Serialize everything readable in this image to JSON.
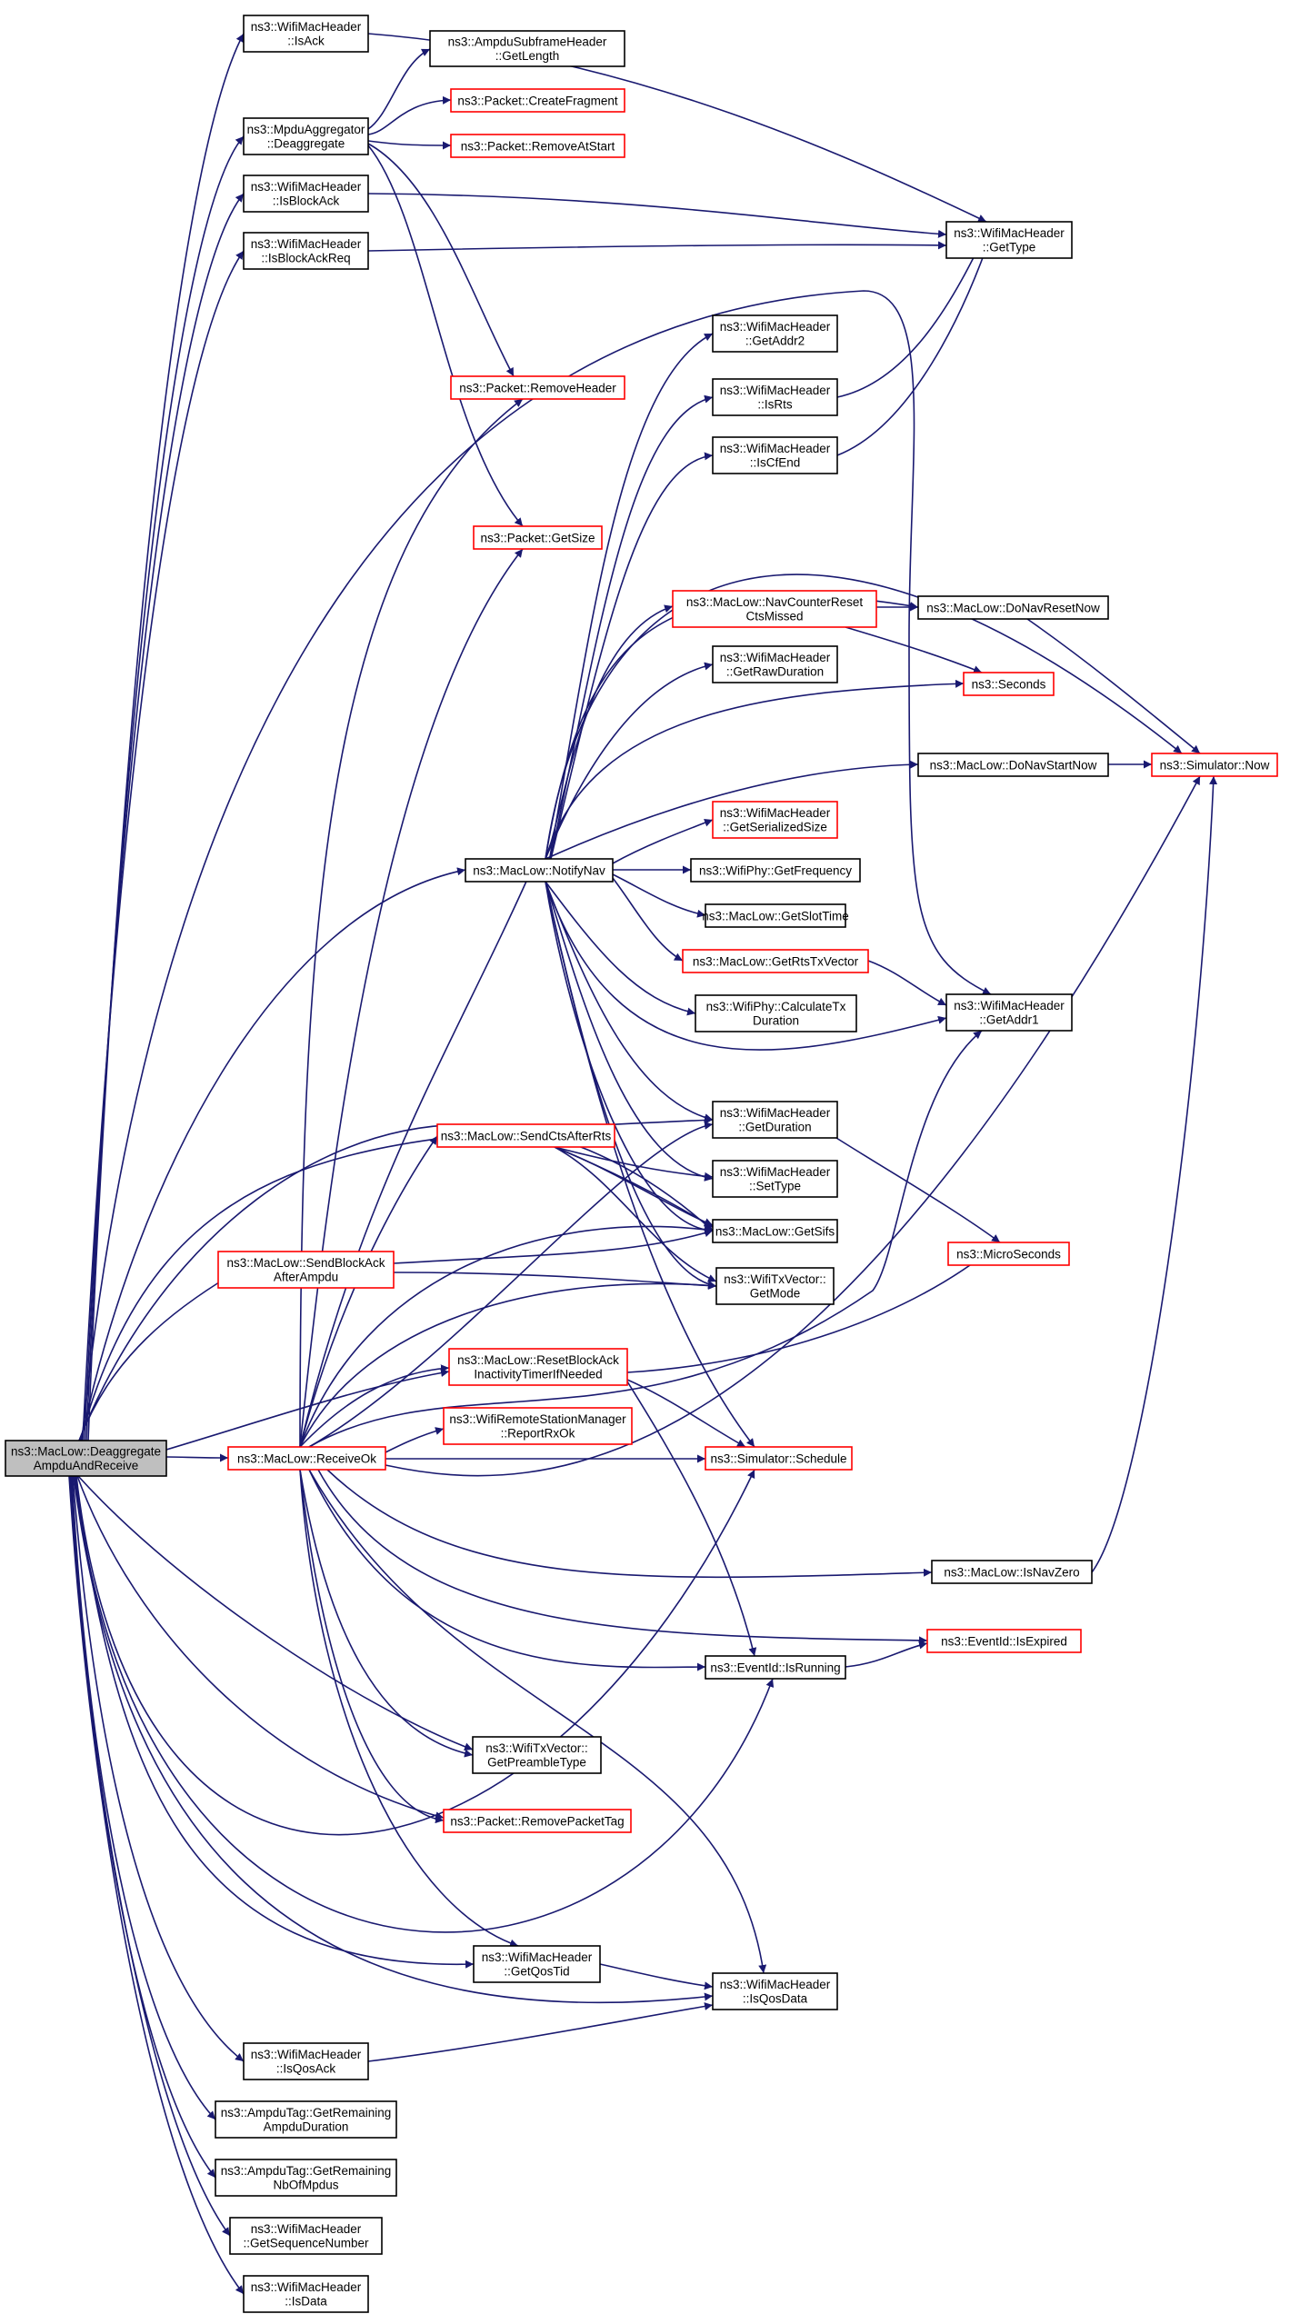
{
  "nodes": [
    {
      "id": "root",
      "lines": [
        "ns3::MacLow::Deaggregate",
        "AmpduAndReceive"
      ],
      "style": "root"
    },
    {
      "id": "isAck",
      "lines": [
        "ns3::WifiMacHeader",
        "::IsAck"
      ],
      "style": "black"
    },
    {
      "id": "mpduDeagg",
      "lines": [
        "ns3::MpduAggregator",
        "::Deaggregate"
      ],
      "style": "black"
    },
    {
      "id": "ampduGetLength",
      "lines": [
        "ns3::AmpduSubframeHeader",
        "::GetLength"
      ],
      "style": "black"
    },
    {
      "id": "createFragment",
      "lines": [
        "ns3::Packet::CreateFragment"
      ],
      "style": "red"
    },
    {
      "id": "removeAtStart",
      "lines": [
        "ns3::Packet::RemoveAtStart"
      ],
      "style": "red"
    },
    {
      "id": "isBlockAck",
      "lines": [
        "ns3::WifiMacHeader",
        "::IsBlockAck"
      ],
      "style": "black"
    },
    {
      "id": "getType",
      "lines": [
        "ns3::WifiMacHeader",
        "::GetType"
      ],
      "style": "black"
    },
    {
      "id": "isBlockAckReq",
      "lines": [
        "ns3::WifiMacHeader",
        "::IsBlockAckReq"
      ],
      "style": "black"
    },
    {
      "id": "getAddr2",
      "lines": [
        "ns3::WifiMacHeader",
        "::GetAddr2"
      ],
      "style": "black"
    },
    {
      "id": "removeHeader",
      "lines": [
        "ns3::Packet::RemoveHeader"
      ],
      "style": "red"
    },
    {
      "id": "isRts",
      "lines": [
        "ns3::WifiMacHeader",
        "::IsRts"
      ],
      "style": "black"
    },
    {
      "id": "isCfEnd",
      "lines": [
        "ns3::WifiMacHeader",
        "::IsCfEnd"
      ],
      "style": "black"
    },
    {
      "id": "getSize",
      "lines": [
        "ns3::Packet::GetSize"
      ],
      "style": "red"
    },
    {
      "id": "navCounterReset",
      "lines": [
        "ns3::MacLow::NavCounterReset",
        "CtsMissed"
      ],
      "style": "red"
    },
    {
      "id": "doNavResetNow",
      "lines": [
        "ns3::MacLow::DoNavResetNow"
      ],
      "style": "black"
    },
    {
      "id": "getRawDuration",
      "lines": [
        "ns3::WifiMacHeader",
        "::GetRawDuration"
      ],
      "style": "black"
    },
    {
      "id": "seconds",
      "lines": [
        "ns3::Seconds"
      ],
      "style": "red"
    },
    {
      "id": "doNavStartNow",
      "lines": [
        "ns3::MacLow::DoNavStartNow"
      ],
      "style": "black"
    },
    {
      "id": "simNow",
      "lines": [
        "ns3::Simulator::Now"
      ],
      "style": "red"
    },
    {
      "id": "getSerializedSize",
      "lines": [
        "ns3::WifiMacHeader",
        "::GetSerializedSize"
      ],
      "style": "red"
    },
    {
      "id": "notifyNav",
      "lines": [
        "ns3::MacLow::NotifyNav"
      ],
      "style": "black"
    },
    {
      "id": "getFrequency",
      "lines": [
        "ns3::WifiPhy::GetFrequency"
      ],
      "style": "black"
    },
    {
      "id": "getSlotTime",
      "lines": [
        "ns3::MacLow::GetSlotTime"
      ],
      "style": "black"
    },
    {
      "id": "getRtsTxVector",
      "lines": [
        "ns3::MacLow::GetRtsTxVector"
      ],
      "style": "red"
    },
    {
      "id": "getAddr1",
      "lines": [
        "ns3::WifiMacHeader",
        "::GetAddr1"
      ],
      "style": "black"
    },
    {
      "id": "calcTxDuration",
      "lines": [
        "ns3::WifiPhy::CalculateTx",
        "Duration"
      ],
      "style": "black"
    },
    {
      "id": "getDuration",
      "lines": [
        "ns3::WifiMacHeader",
        "::GetDuration"
      ],
      "style": "black"
    },
    {
      "id": "sendCtsAfterRts",
      "lines": [
        "ns3::MacLow::SendCtsAfterRts"
      ],
      "style": "red"
    },
    {
      "id": "setType",
      "lines": [
        "ns3::WifiMacHeader",
        "::SetType"
      ],
      "style": "black"
    },
    {
      "id": "getSifs",
      "lines": [
        "ns3::MacLow::GetSifs"
      ],
      "style": "black"
    },
    {
      "id": "sendBlockAck",
      "lines": [
        "ns3::MacLow::SendBlockAck",
        "AfterAmpdu"
      ],
      "style": "red"
    },
    {
      "id": "microSeconds",
      "lines": [
        "ns3::MicroSeconds"
      ],
      "style": "red"
    },
    {
      "id": "getMode",
      "lines": [
        "ns3::WifiTxVector::",
        "GetMode"
      ],
      "style": "black"
    },
    {
      "id": "resetBlockAck",
      "lines": [
        "ns3::MacLow::ResetBlockAck",
        "InactivityTimerIfNeeded"
      ],
      "style": "red"
    },
    {
      "id": "reportRxOk",
      "lines": [
        "ns3::WifiRemoteStationManager",
        "::ReportRxOk"
      ],
      "style": "red"
    },
    {
      "id": "receiveOk",
      "lines": [
        "ns3::MacLow::ReceiveOk"
      ],
      "style": "red"
    },
    {
      "id": "schedule",
      "lines": [
        "ns3::Simulator::Schedule"
      ],
      "style": "red"
    },
    {
      "id": "isNavZero",
      "lines": [
        "ns3::MacLow::IsNavZero"
      ],
      "style": "black"
    },
    {
      "id": "isExpired",
      "lines": [
        "ns3::EventId::IsExpired"
      ],
      "style": "red"
    },
    {
      "id": "isRunning",
      "lines": [
        "ns3::EventId::IsRunning"
      ],
      "style": "black"
    },
    {
      "id": "getPreambleType",
      "lines": [
        "ns3::WifiTxVector::",
        "GetPreambleType"
      ],
      "style": "black"
    },
    {
      "id": "removePacketTag",
      "lines": [
        "ns3::Packet::RemovePacketTag"
      ],
      "style": "red"
    },
    {
      "id": "getQosTid",
      "lines": [
        "ns3::WifiMacHeader",
        "::GetQosTid"
      ],
      "style": "black"
    },
    {
      "id": "isQosData",
      "lines": [
        "ns3::WifiMacHeader",
        "::IsQosData"
      ],
      "style": "black"
    },
    {
      "id": "isQosAck",
      "lines": [
        "ns3::WifiMacHeader",
        "::IsQosAck"
      ],
      "style": "black"
    },
    {
      "id": "getRemainingAmpdu",
      "lines": [
        "ns3::AmpduTag::GetRemaining",
        "AmpduDuration"
      ],
      "style": "black"
    },
    {
      "id": "getRemainingNb",
      "lines": [
        "ns3::AmpduTag::GetRemaining",
        "NbOfMpdus"
      ],
      "style": "black"
    },
    {
      "id": "getSeqNum",
      "lines": [
        "ns3::WifiMacHeader",
        "::GetSequenceNumber"
      ],
      "style": "black"
    },
    {
      "id": "isData",
      "lines": [
        "ns3::WifiMacHeader",
        "::IsData"
      ],
      "style": "black"
    }
  ],
  "colors": {
    "edge": "#191970",
    "node_border": "#000000",
    "node_border_incomplete": "#ff0000",
    "root_fill": "#bfbfbf",
    "node_fill": "#ffffff"
  }
}
